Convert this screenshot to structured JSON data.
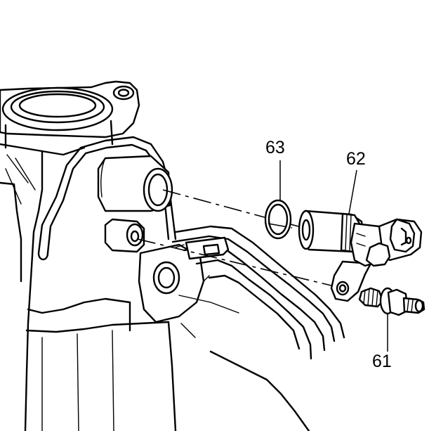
{
  "diagram": {
    "callouts": {
      "c61": "61",
      "c62": "62",
      "c63": "63"
    },
    "parts": {
      "p61": "bolt",
      "p62": "sensor",
      "p63": "o-ring"
    },
    "colors": {
      "line": "#000000",
      "background": "#ffffff"
    }
  }
}
